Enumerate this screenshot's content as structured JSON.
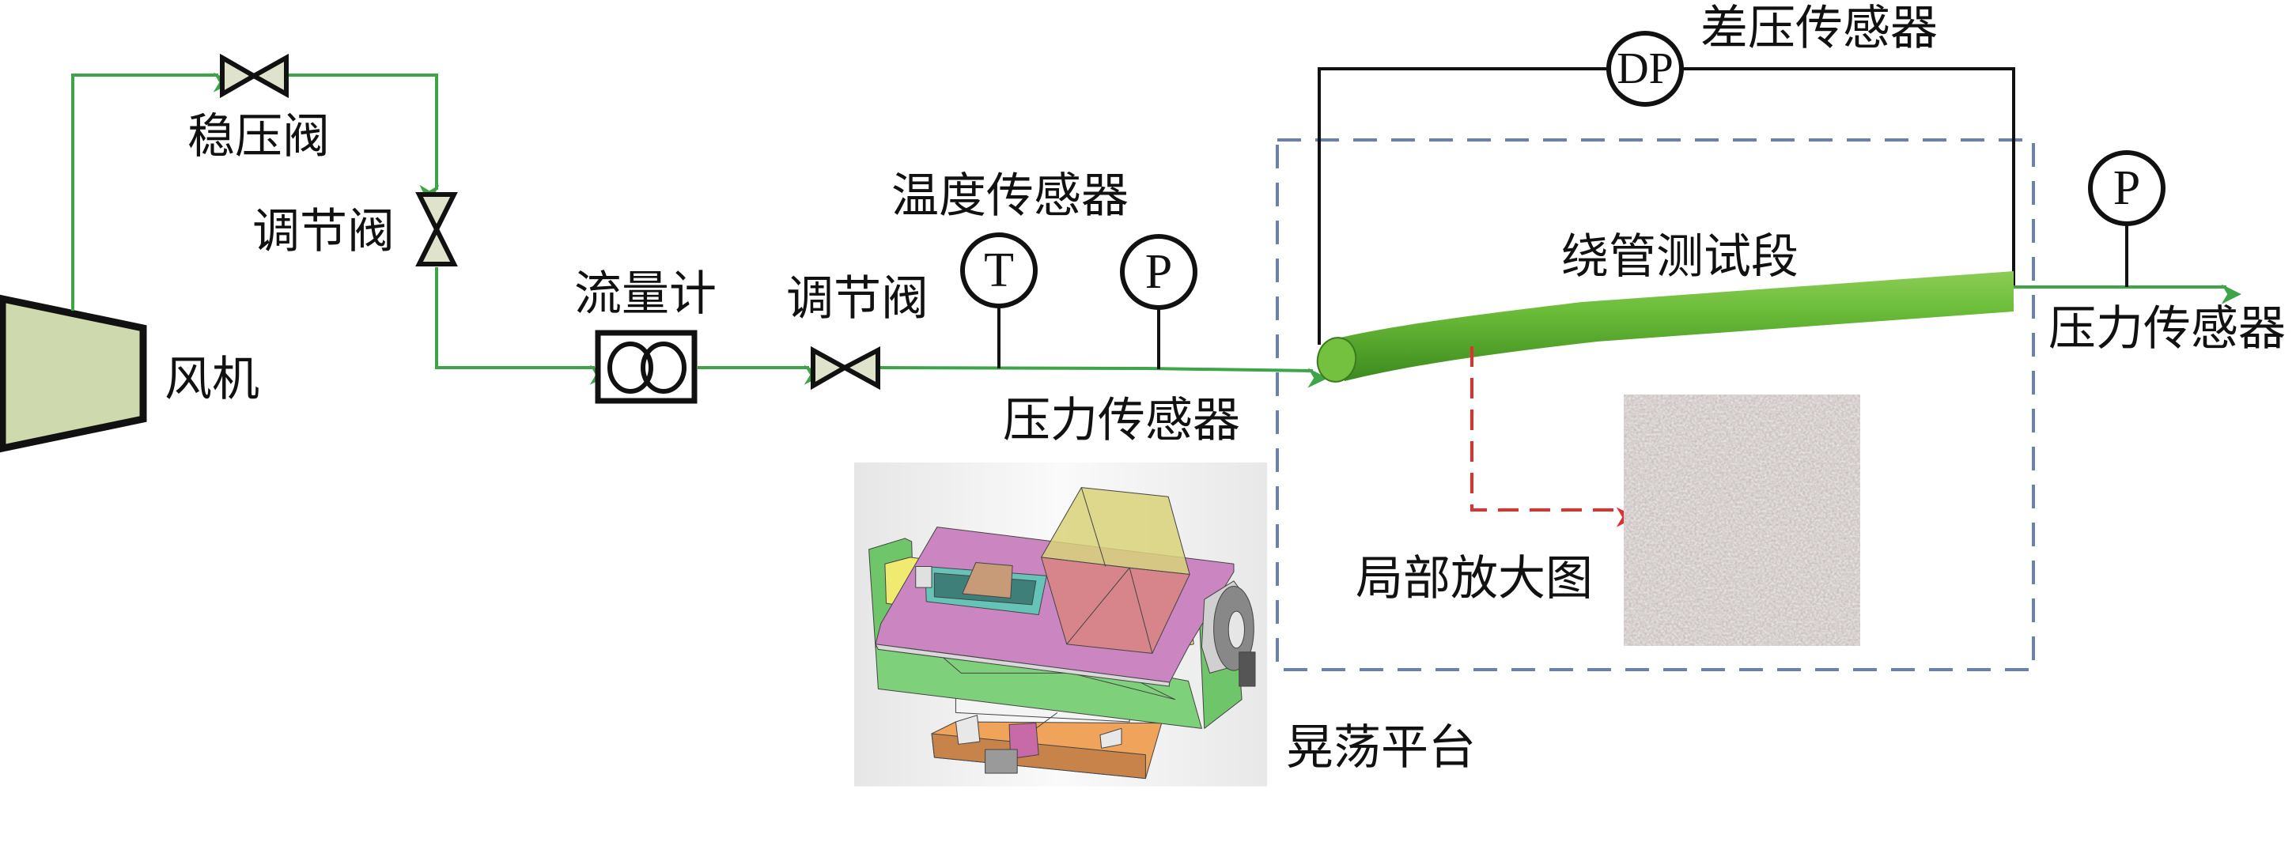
{
  "title": "绕管晃荡实验系统示意图",
  "labels": {
    "fan": "风机",
    "pressure_regulating_valve": "稳压阀",
    "regulating_valve_1": "调节阀",
    "flowmeter": "流量计",
    "regulating_valve_2": "调节阀",
    "temperature_sensor": "温度传感器",
    "pressure_sensor_inlet": "压力传感器",
    "differential_pressure_sensor": "差压传感器",
    "test_section": "绕管测试段",
    "pressure_sensor_outlet": "压力传感器",
    "local_magnified_view": "局部放大图",
    "sloshing_platform": "晃荡平台"
  },
  "symbols": {
    "temperature": "T",
    "pressure_inlet": "P",
    "differential_pressure": "DP",
    "pressure_outlet": "P"
  },
  "colors": {
    "flow_line": "#3da548",
    "tube": "#5fb335",
    "signal_line": "#111111",
    "zoom_arrow": "#e03030",
    "region_box": "#6a80b0",
    "valve_fill": "#dfe3cc",
    "fan_fill": "#cfd9ae"
  }
}
